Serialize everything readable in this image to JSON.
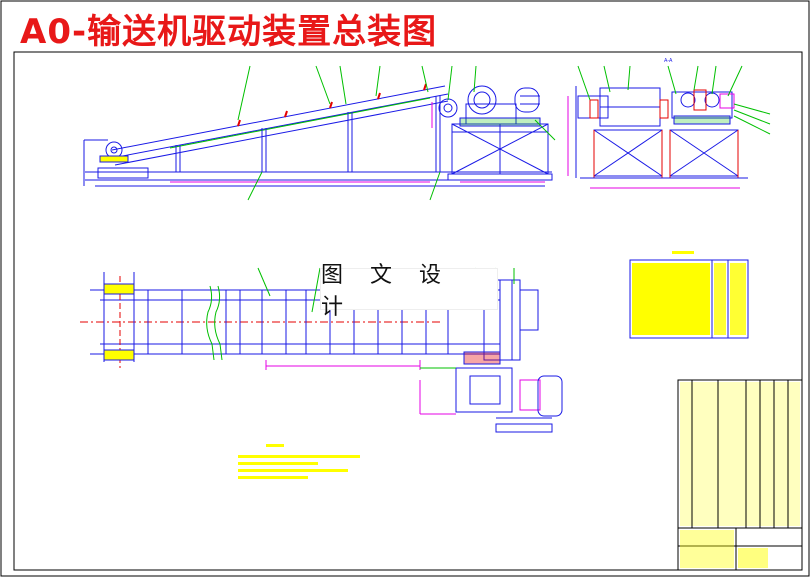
{
  "drawing_title": "A0-输送机驱动装置总装图",
  "section_label": "A-A",
  "watermark_text": "图 文 设 计",
  "colors": {
    "line": "#1a1ae6",
    "frame": "#000000",
    "title": "#e81818",
    "leader": "#00c000",
    "magenta": "#e600e6",
    "red": "#e60000",
    "yellow": "#ffff00",
    "cyan": "#00c8c8"
  }
}
